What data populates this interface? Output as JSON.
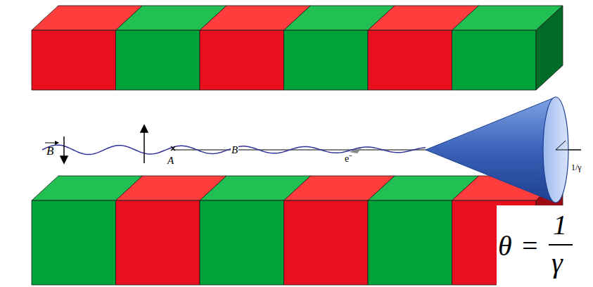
{
  "diagram": {
    "labels": [
      "B",
      "A",
      "B",
      "e⁻",
      "1/γ",
      "θ",
      "=",
      "1",
      "γ"
    ]
  }
}
